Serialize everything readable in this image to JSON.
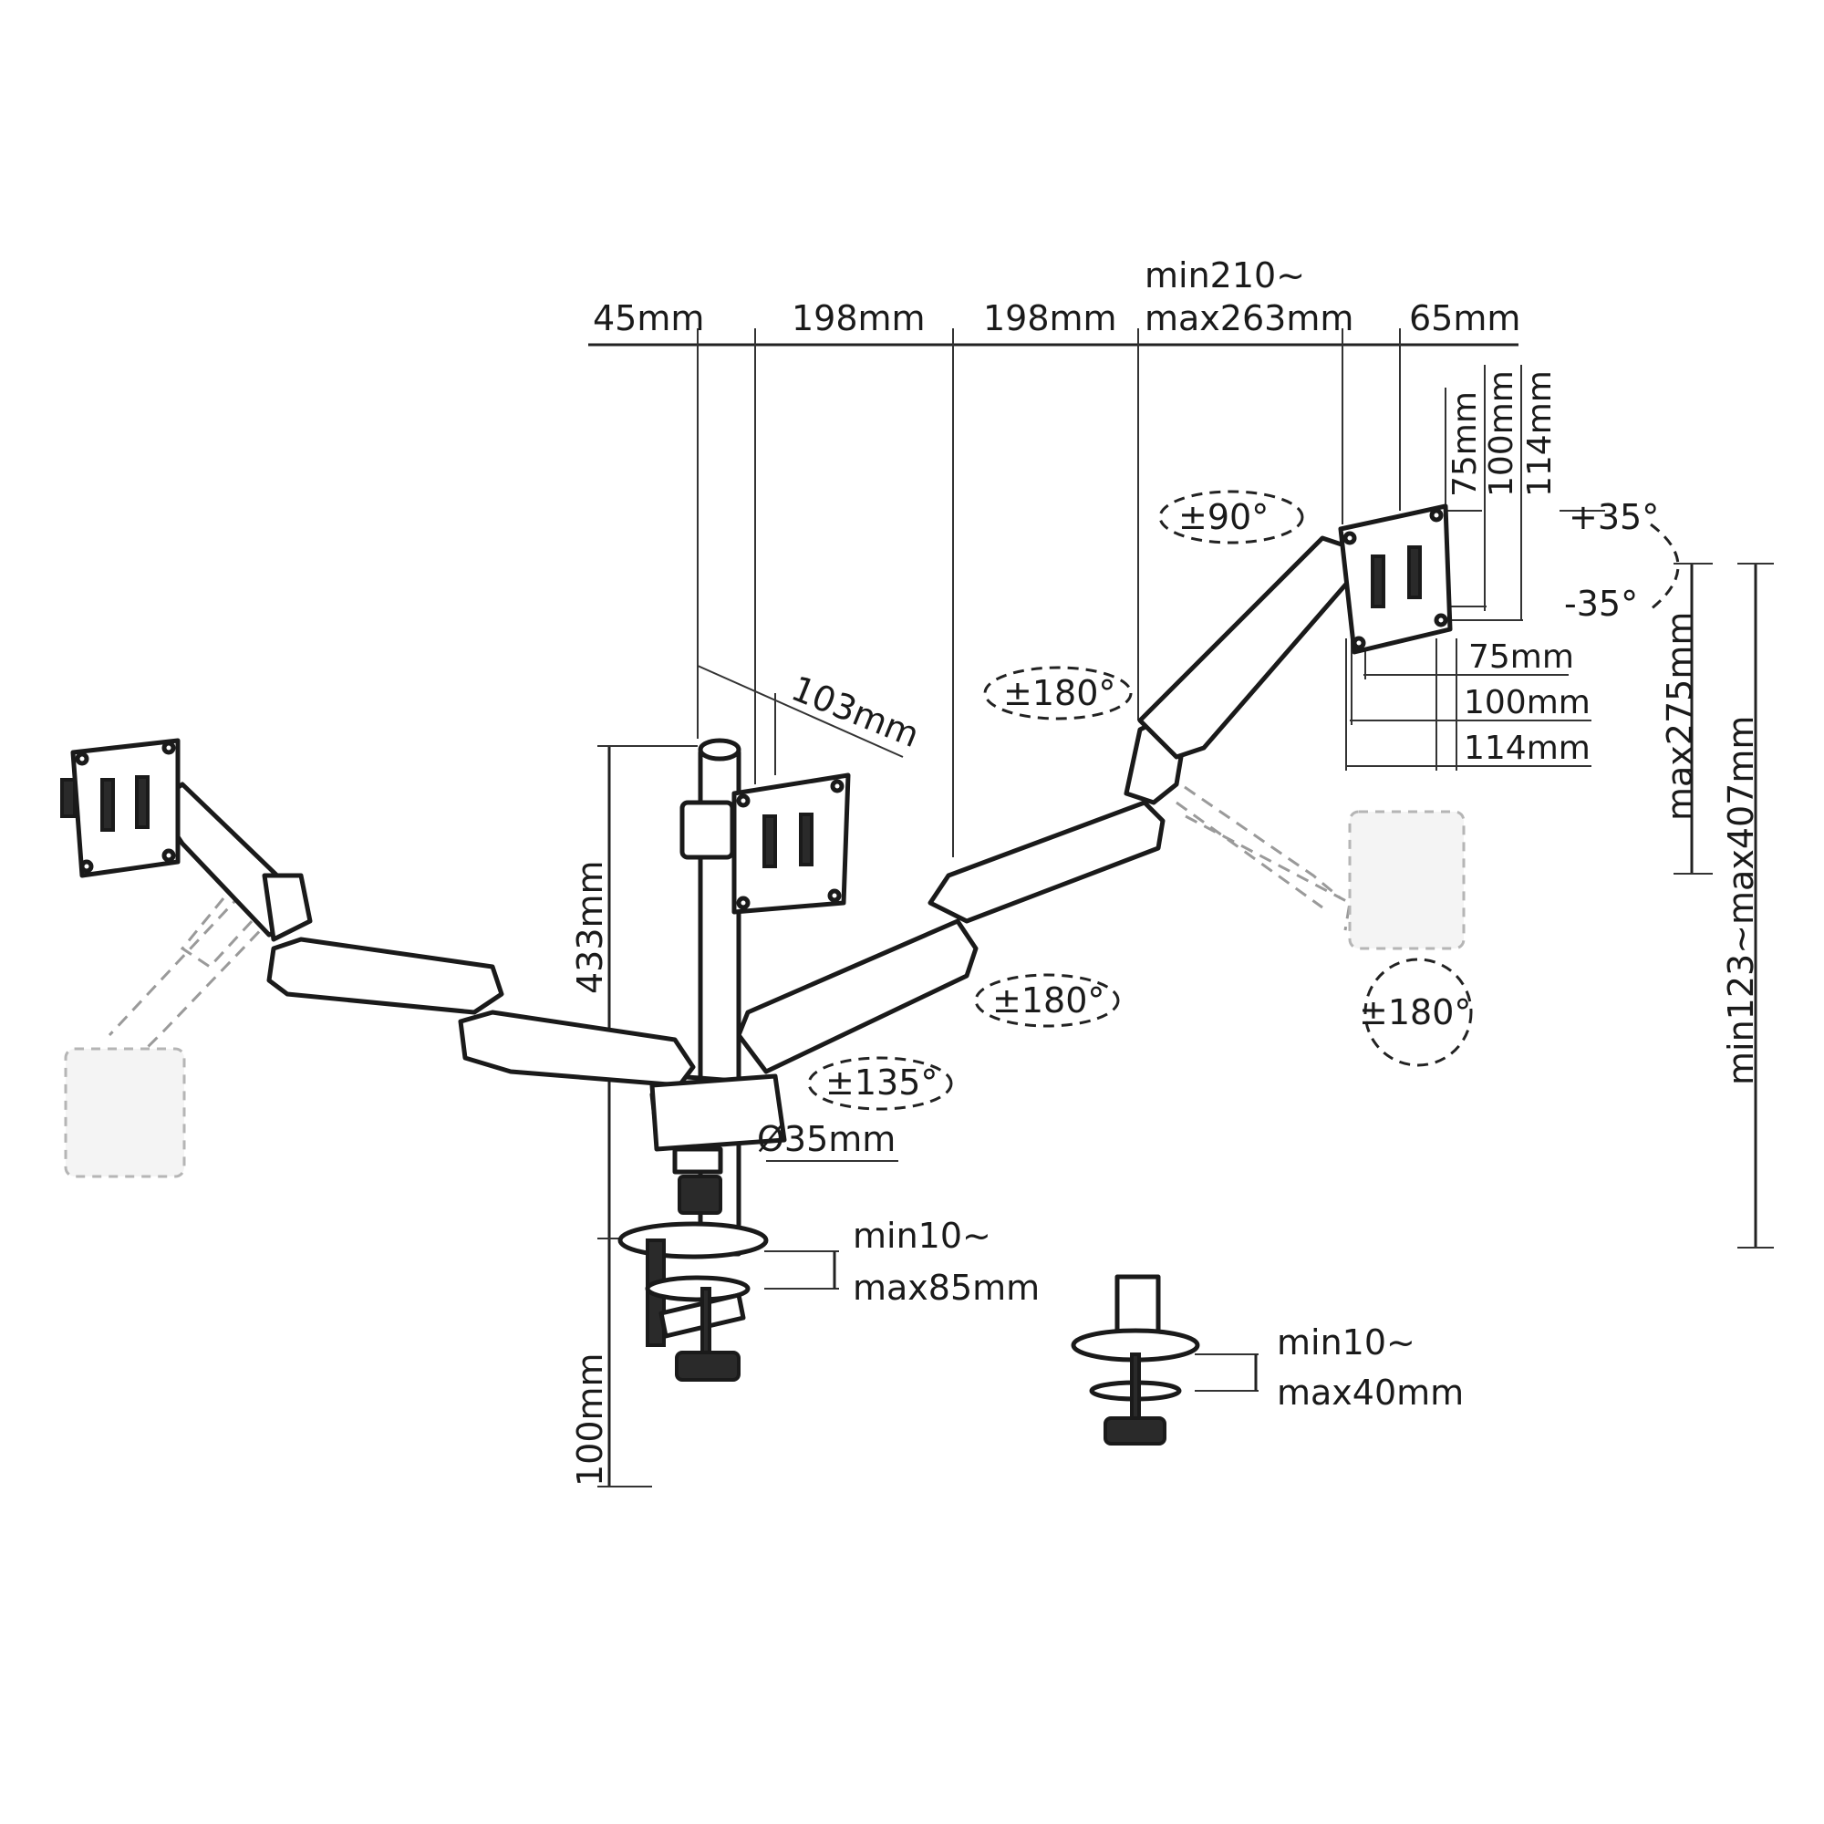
{
  "dimensions": {
    "top_offset_45": "45mm",
    "top_arm_198_a": "198mm",
    "top_arm_198_b": "198mm",
    "top_ext_line1": "min210~",
    "top_ext_line2": "max263mm",
    "top_65": "65mm",
    "offset_103": "103mm",
    "pole_height_433": "433mm",
    "clamp_height_100": "100mm",
    "pole_diameter": "Ø35mm",
    "desk_clamp_line1": "min10~",
    "desk_clamp_line2": "max85mm",
    "grommet_line1": "min10~",
    "grommet_line2": "max40mm",
    "vesa_v_75": "75mm",
    "vesa_v_100": "100mm",
    "vesa_v_114": "114mm",
    "vesa_h_75": "75mm",
    "vesa_h_100": "100mm",
    "vesa_h_114": "114mm",
    "max_height_275": "max275mm",
    "height_range": "min123~max407mm"
  },
  "rotations": {
    "rotate_90": "±90°",
    "rotate_180_upper": "±180°",
    "rotate_180_middle": "±180°",
    "rotate_180_plate": "±180°",
    "rotate_135": "±135°",
    "tilt_up": "+35°",
    "tilt_down": "-35°"
  }
}
